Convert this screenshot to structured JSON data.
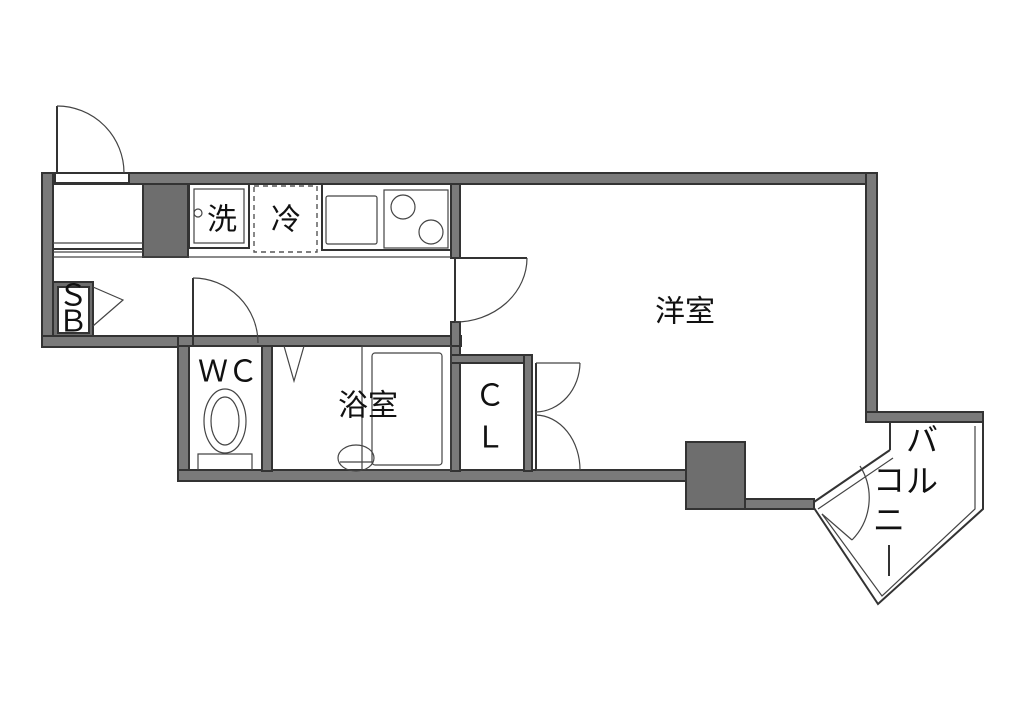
{
  "rooms": {
    "western_room": "洋室",
    "bathroom": "浴室",
    "wc": "ＷＣ",
    "closet_c": "Ｃ",
    "closet_l": "Ｌ",
    "shoebox_s": "Ｓ",
    "shoebox_b": "Ｂ",
    "washer": "洗",
    "fridge": "冷"
  },
  "balcony": {
    "chars": [
      "バ",
      "ル",
      "コ",
      "ニ",
      "ー"
    ]
  },
  "colors": {
    "wall": "#7a7a7a",
    "line": "#333333",
    "background": "#ffffff"
  }
}
